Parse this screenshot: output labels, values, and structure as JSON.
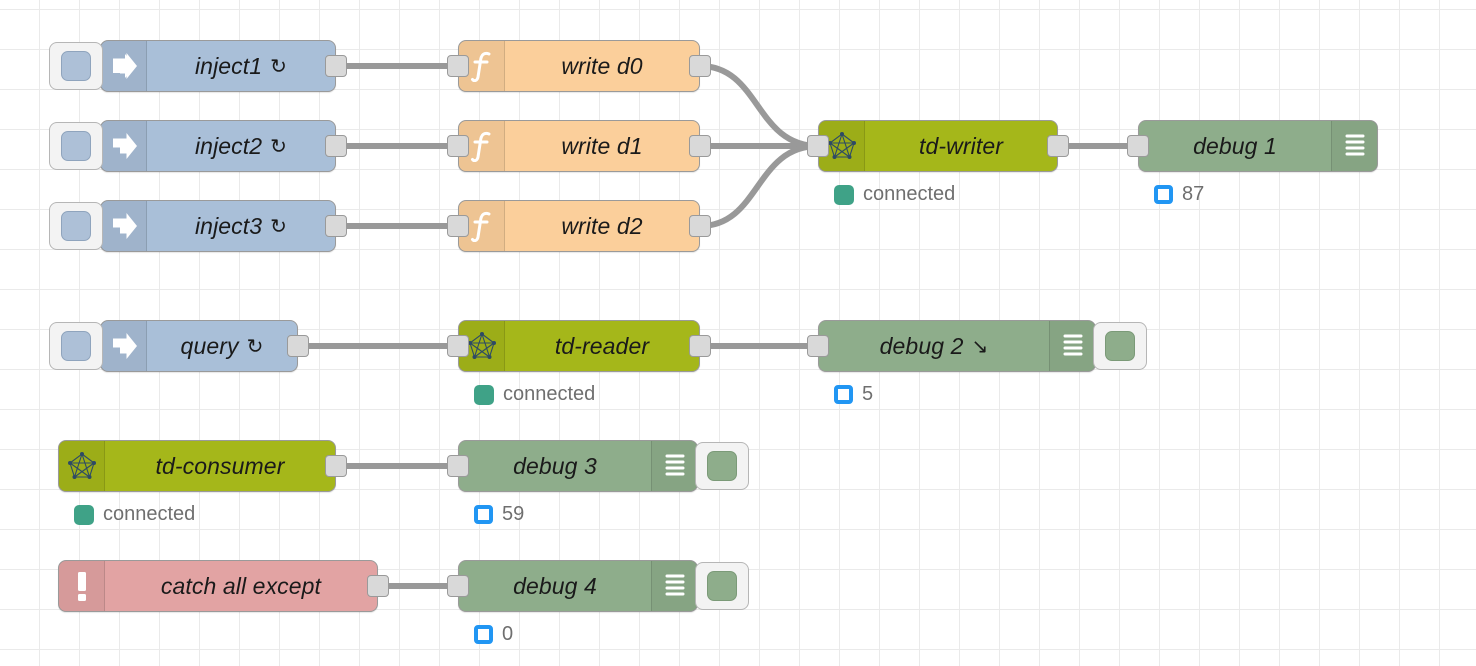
{
  "app": {
    "name": "node-red-flow-editor",
    "canvas_background": "#ffffff",
    "grid_color": "#eaeaea"
  },
  "palette": {
    "inject_color": "#a9bfd8",
    "function_color": "#fbcf9b",
    "taos_color": "#a5b71a",
    "debug_color": "#8ead8b",
    "catch_color": "#e2a3a3",
    "wire_color": "#999999",
    "status_connected_color": "#3fa287",
    "status_count_color": "#2196f3"
  },
  "nodes": [
    {
      "id": "inject1",
      "type": "inject",
      "label": "inject1",
      "suffix": "↻",
      "icon": "inject-arrow-icon"
    },
    {
      "id": "inject2",
      "type": "inject",
      "label": "inject2",
      "suffix": "↻",
      "icon": "inject-arrow-icon"
    },
    {
      "id": "inject3",
      "type": "inject",
      "label": "inject3",
      "suffix": "↻",
      "icon": "inject-arrow-icon"
    },
    {
      "id": "query",
      "type": "inject",
      "label": "query",
      "suffix": "↻",
      "icon": "inject-arrow-icon"
    },
    {
      "id": "writed0",
      "type": "function",
      "label": "write d0",
      "icon": "function-f-icon"
    },
    {
      "id": "writed1",
      "type": "function",
      "label": "write d1",
      "icon": "function-f-icon"
    },
    {
      "id": "writed2",
      "type": "function",
      "label": "write d2",
      "icon": "function-f-icon"
    },
    {
      "id": "tdwriter",
      "type": "taos",
      "label": "td-writer",
      "icon": "tdengine-graph-icon",
      "status": "connected"
    },
    {
      "id": "tdreader",
      "type": "taos",
      "label": "td-reader",
      "icon": "tdengine-graph-icon",
      "status": "connected"
    },
    {
      "id": "tdconsumer",
      "type": "taos",
      "label": "td-consumer",
      "icon": "tdengine-graph-icon",
      "status": "connected"
    },
    {
      "id": "catchall",
      "type": "catch",
      "label": "catch all except",
      "icon": "exclamation-icon"
    },
    {
      "id": "debug1",
      "type": "debug",
      "label": "debug 1",
      "suffix": "",
      "icon": "debug-lines-icon",
      "count": "87"
    },
    {
      "id": "debug2",
      "type": "debug",
      "label": "debug 2",
      "suffix": "↘",
      "icon": "debug-lines-icon",
      "count": "5"
    },
    {
      "id": "debug3",
      "type": "debug",
      "label": "debug 3",
      "suffix": "",
      "icon": "debug-lines-icon",
      "count": "59"
    },
    {
      "id": "debug4",
      "type": "debug",
      "label": "debug 4",
      "suffix": "",
      "icon": "debug-lines-icon",
      "count": "0"
    }
  ],
  "labels": {
    "inject1": "inject1",
    "inject2": "inject2",
    "inject3": "inject3",
    "query": "query",
    "writed0": "write d0",
    "writed1": "write d1",
    "writed2": "write d2",
    "tdwriter": "td-writer",
    "tdreader": "td-reader",
    "tdconsumer": "td-consumer",
    "catchall": "catch all except",
    "debug1": "debug 1",
    "debug2": "debug 2",
    "debug3": "debug 3",
    "debug4": "debug 4"
  },
  "suffixes": {
    "repeat": "↻",
    "debug2_arrow": "↘"
  },
  "statuses": {
    "tdwriter": "connected",
    "tdreader": "connected",
    "tdconsumer": "connected"
  },
  "counts": {
    "debug1": "87",
    "debug2": "5",
    "debug3": "59",
    "debug4": "0"
  }
}
